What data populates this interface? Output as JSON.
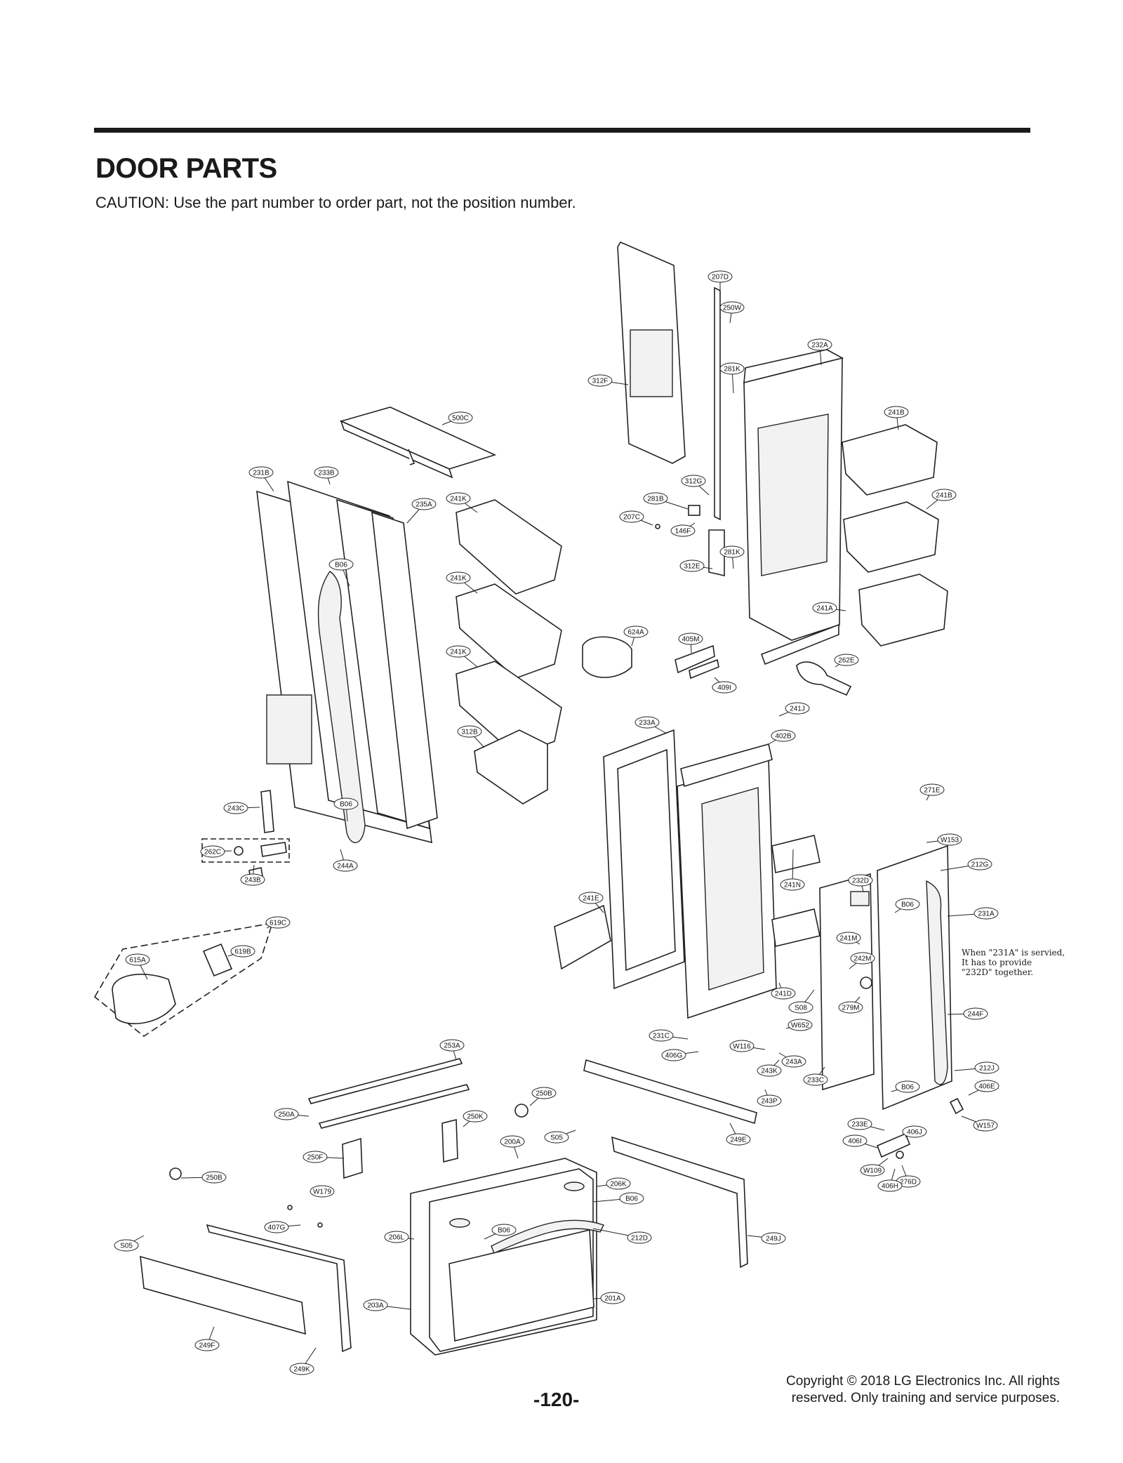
{
  "page": {
    "title": "DOOR PARTS",
    "caution": "CAUTION: Use the part number to order part, not the position number.",
    "note": "When \"231A\" is servied,\nIt has to provide\n\"232D\" together.",
    "page_number": "-120-",
    "copyright": "Copyright © 2018 LG Electronics Inc. All rights reserved. Only training and service purposes."
  },
  "callouts": [
    {
      "label": "207D"
    },
    {
      "label": "250W"
    },
    {
      "label": "312F"
    },
    {
      "label": "232A"
    },
    {
      "label": "281K"
    },
    {
      "label": "500C"
    },
    {
      "label": "241B"
    },
    {
      "label": "231B"
    },
    {
      "label": "233B"
    },
    {
      "label": "312G"
    },
    {
      "label": "241B"
    },
    {
      "label": "235A"
    },
    {
      "label": "241K"
    },
    {
      "label": "281B"
    },
    {
      "label": "207C"
    },
    {
      "label": "146F"
    },
    {
      "label": "281K"
    },
    {
      "label": "B06"
    },
    {
      "label": "312E"
    },
    {
      "label": "241K"
    },
    {
      "label": "241A"
    },
    {
      "label": "624A"
    },
    {
      "label": "405M"
    },
    {
      "label": "241K"
    },
    {
      "label": "262E"
    },
    {
      "label": "409I"
    },
    {
      "label": "241J"
    },
    {
      "label": "233A"
    },
    {
      "label": "312B"
    },
    {
      "label": "402B"
    },
    {
      "label": "271E"
    },
    {
      "label": "243C"
    },
    {
      "label": "B06"
    },
    {
      "label": "W153"
    },
    {
      "label": "262C"
    },
    {
      "label": "244A"
    },
    {
      "label": "212G"
    },
    {
      "label": "243B"
    },
    {
      "label": "241N"
    },
    {
      "label": "232D"
    },
    {
      "label": "241E"
    },
    {
      "label": "B06"
    },
    {
      "label": "231A"
    },
    {
      "label": "619C"
    },
    {
      "label": "241M"
    },
    {
      "label": "619B"
    },
    {
      "label": "242M"
    },
    {
      "label": "615A"
    },
    {
      "label": "241D"
    },
    {
      "label": "S08"
    },
    {
      "label": "279M"
    },
    {
      "label": "244F"
    },
    {
      "label": "W652"
    },
    {
      "label": "231C"
    },
    {
      "label": "253A"
    },
    {
      "label": "W116"
    },
    {
      "label": "406G"
    },
    {
      "label": "243A"
    },
    {
      "label": "243K"
    },
    {
      "label": "233C"
    },
    {
      "label": "212J"
    },
    {
      "label": "B06"
    },
    {
      "label": "406E"
    },
    {
      "label": "250B"
    },
    {
      "label": "243P"
    },
    {
      "label": "250A"
    },
    {
      "label": "250K"
    },
    {
      "label": "S05"
    },
    {
      "label": "249E"
    },
    {
      "label": "233E"
    },
    {
      "label": "W157"
    },
    {
      "label": "200A"
    },
    {
      "label": "406J"
    },
    {
      "label": "406I"
    },
    {
      "label": "250F"
    },
    {
      "label": "W109"
    },
    {
      "label": "276D"
    },
    {
      "label": "406H"
    },
    {
      "label": "250B"
    },
    {
      "label": "W179"
    },
    {
      "label": "206K"
    },
    {
      "label": "B06"
    },
    {
      "label": "B06"
    },
    {
      "label": "206L"
    },
    {
      "label": "212D"
    },
    {
      "label": "249J"
    },
    {
      "label": "S05"
    },
    {
      "label": "407G"
    },
    {
      "label": "201A"
    },
    {
      "label": "203A"
    },
    {
      "label": "249F"
    },
    {
      "label": "249K"
    }
  ]
}
